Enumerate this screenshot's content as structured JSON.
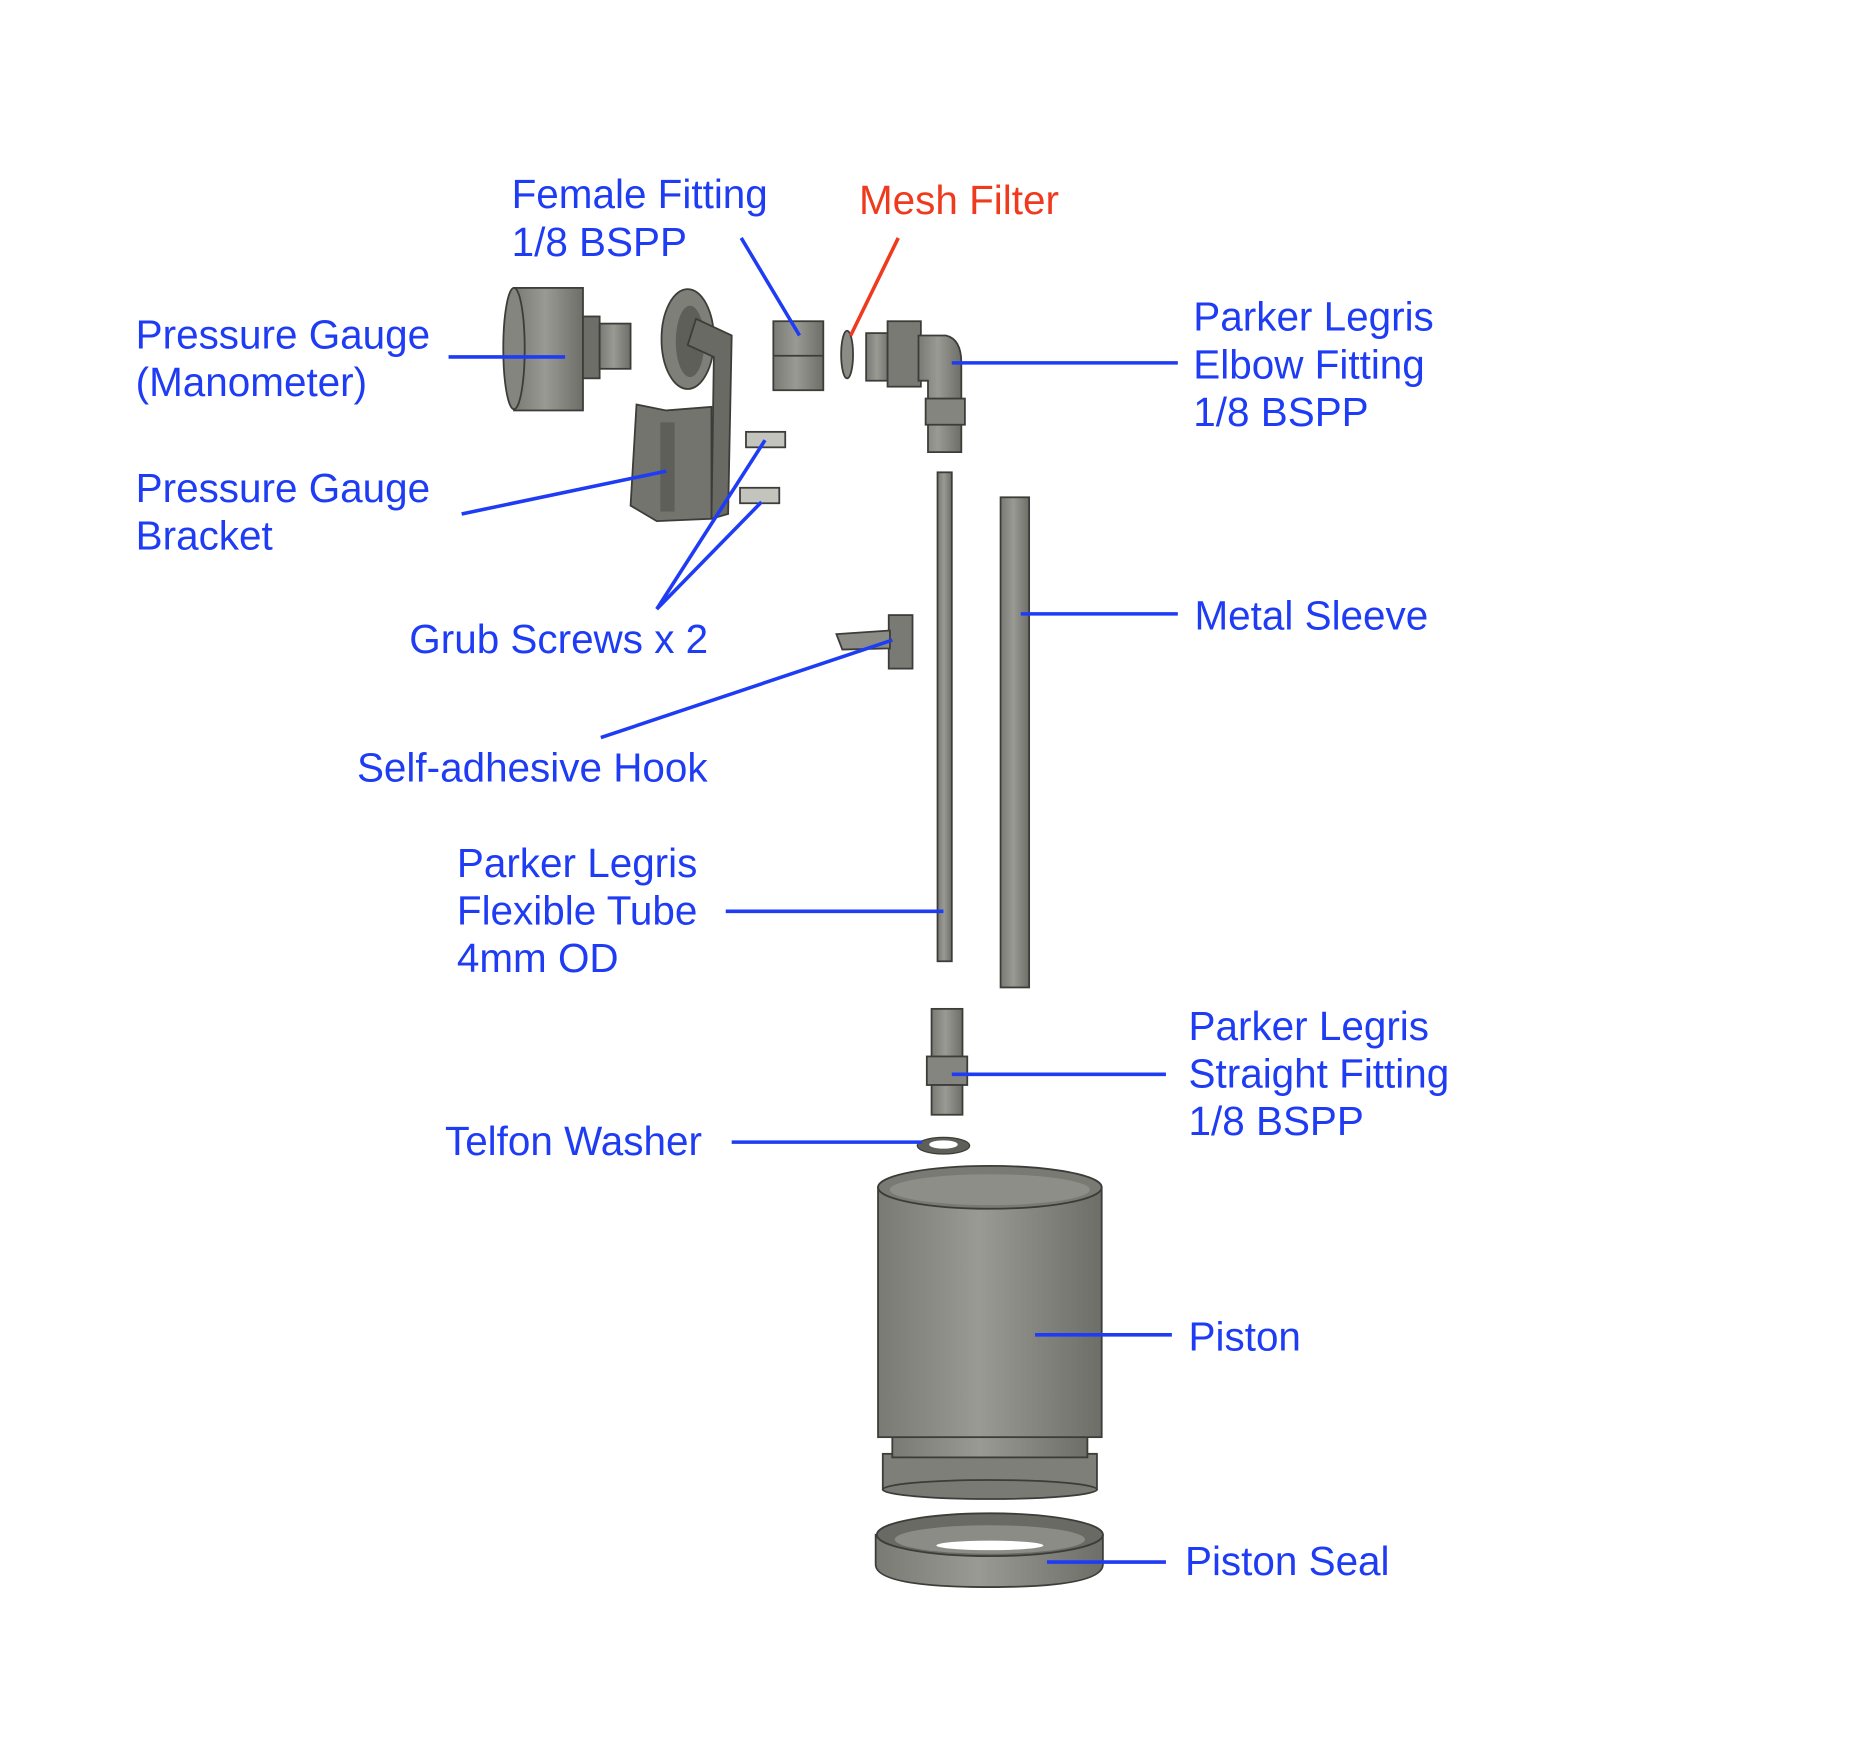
{
  "colors": {
    "label": "#1f3cf5",
    "highlight": "#f03a1e",
    "part": "#8c8c86",
    "part_dark": "#5f5f5a",
    "background": "#ffffff"
  },
  "labels": {
    "female_fitting": [
      "Female Fitting",
      "1/8 BSPP"
    ],
    "mesh_filter": [
      "Mesh Filter"
    ],
    "pressure_gauge": [
      "Pressure Gauge",
      "(Manometer)"
    ],
    "gauge_bracket": [
      "Pressure Gauge",
      "Bracket"
    ],
    "grub_screws": [
      "Grub Screws x 2"
    ],
    "hook": [
      "Self-adhesive Hook"
    ],
    "flexible_tube": [
      "Parker Legris",
      "Flexible Tube",
      "4mm OD"
    ],
    "washer": [
      "Telfon Washer"
    ],
    "elbow_fitting": [
      "Parker Legris",
      "Elbow Fitting",
      "1/8 BSPP"
    ],
    "metal_sleeve": [
      "Metal Sleeve"
    ],
    "straight_fitting": [
      "Parker Legris",
      "Straight Fitting",
      "1/8 BSPP"
    ],
    "piston": [
      "Piston"
    ],
    "piston_seal": [
      "Piston Seal"
    ]
  }
}
